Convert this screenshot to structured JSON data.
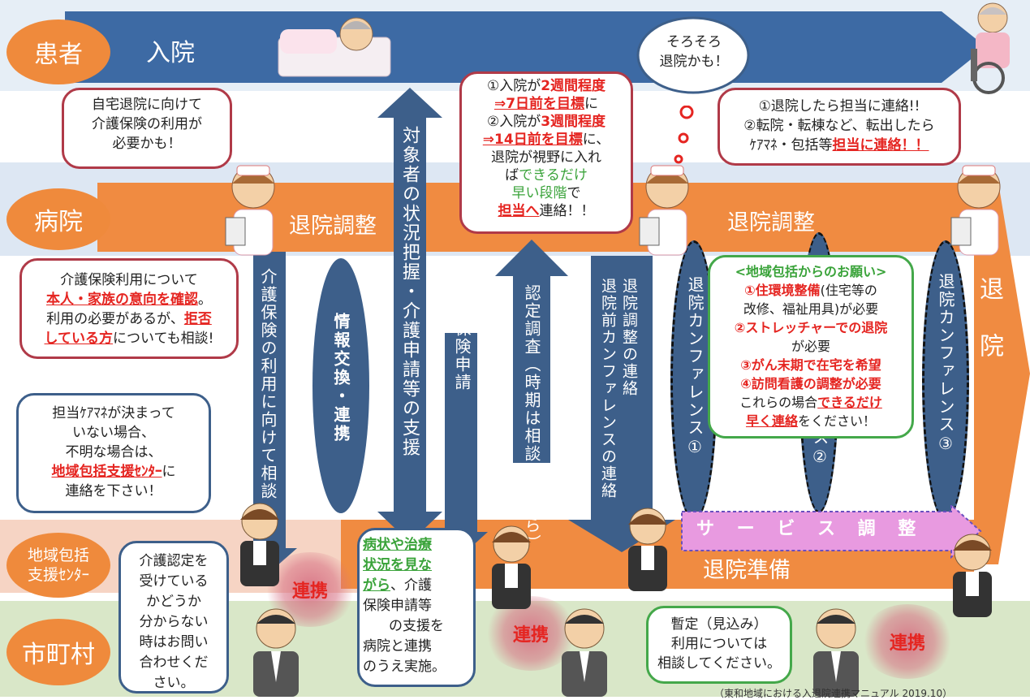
{
  "rows": {
    "patient": "患者",
    "hospital": "病院",
    "center_line1": "地域包括",
    "center_line2": "支援ｾﾝﾀｰ",
    "city": "市町村"
  },
  "labels": {
    "admission": "入院",
    "adjust_left": "退院調整",
    "adjust_right": "退院調整",
    "prep": "退院準備",
    "discharge_v": "退院",
    "service": "サ ー ビ ス 調 整",
    "thought_line1": "そろそろ",
    "thought_line2": "退院かも！"
  },
  "vertical": {
    "v1": "介護保険の利用に向けて相談",
    "v2": "情報交換・連携",
    "v3": "対象者の状況把握・介護申請等の支援",
    "v4": "介護保険申請",
    "v5": "認定調査（時期は相談しながら）",
    "v6a": "退院調整の連絡",
    "v6b": "退院前カンファレンスの連絡",
    "conf1": "退院カンファレンス①",
    "conf2": "ス②",
    "conf3": "退院カンファレンス③"
  },
  "bubbles": {
    "b1_l1": "自宅退院に向けて",
    "b1_l2": "介護保険の利用が",
    "b1_l3": "必要かも！",
    "b2_l1": "介護保険利用について",
    "b2_red1": "本人・家族の意向を確認",
    "b2_l2a": "。",
    "b2_l2b": "利用の必要があるが、",
    "b2_red2": "拒否",
    "b2_red3": "している方",
    "b2_l3": "についても相談!",
    "b3_l1": "担当ｹｱﾏﾈが決まって",
    "b3_l2": "いない場合、",
    "b3_l3": "不明な場合は、",
    "b3_red": "地域包括支援ｾﾝﾀｰ",
    "b3_l4": "に",
    "b3_l5": "連絡を下さい！",
    "b4_l1": "介護認定を",
    "b4_l2": "受けている",
    "b4_l3": "かどうか",
    "b4_l4": "分からない",
    "b4_l5": "時はお問い",
    "b4_l6": "合わせくだ",
    "b4_l7": "さい。",
    "b5_p1": "①入院が",
    "b5_r1": "2週間程度",
    "b5_r2": "⇒7日前を目標",
    "b5_p2": "に",
    "b5_p3": "②入院が",
    "b5_r3": "3週間程度",
    "b5_r4": "⇒14日前を目標",
    "b5_p4": "に、",
    "b5_p5": "退院が視野に入れ",
    "b5_p6": "ば",
    "b5_g1": "できるだけ",
    "b5_g2": "早い段階",
    "b5_p7": "で",
    "b5_r5": "担当へ",
    "b5_p8": "連絡！！",
    "b6_l1": "①退院したら担当に連絡!!",
    "b6_l2": "②転院・転棟など、転出したら",
    "b6_l3": "ｹｱﾏﾈ・包括等",
    "b6_red": "担当に連絡！！",
    "b7_title": "<地域包括からのお願い>",
    "b7_r1": "①住環境整備",
    "b7_p1": "(住宅等の",
    "b7_p2": "改修、福祉用具)が必要",
    "b7_r2": "②ストレッチャーでの退院",
    "b7_p3": "が必要",
    "b7_r3": "③がん末期で在宅を希望",
    "b7_r4": "④訪問看護の調整が必要",
    "b7_p4": "これらの場合",
    "b7_r5": "できるだけ",
    "b7_r6": "早く連絡",
    "b7_p5": "をください！",
    "b8_g1": "病状や治療",
    "b8_g2": "状況を見な",
    "b8_g3": "がら",
    "b8_p1": "、介護",
    "b8_p2": "保険申請等",
    "b8_p3": "の支援を",
    "b8_p4": "病院と連携",
    "b8_p5": "のうえ実施。",
    "b9_l1": "暫定（見込み）",
    "b9_l2": "利用については",
    "b9_l3": "相談してください。"
  },
  "renkei": {
    "r1": "連携",
    "r2": "連携",
    "r3": "連携"
  },
  "footer": "（東和地域における入退院連携マニュアル 2019.10）",
  "colors": {
    "orange": "#ef8a3c",
    "band_orange": "#f08b41",
    "blue": "#3d5f8a",
    "pink_band": "#f4c7b7",
    "green_band": "#d8e6c6",
    "service_pink": "#e89ae0"
  }
}
